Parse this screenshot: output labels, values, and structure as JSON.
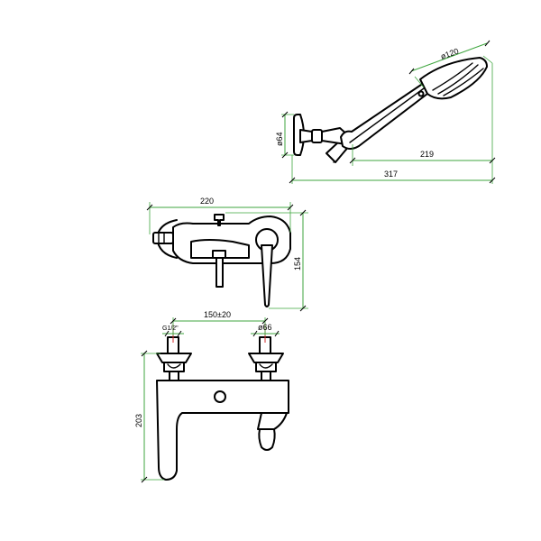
{
  "dimensions": {
    "hand_shower_head_diameter": "ø120",
    "wall_bracket_diameter": "ø64",
    "bracket_to_head_length": "219",
    "overall_shower_length": "317",
    "mixer_body_width": "220",
    "mixer_body_height": "154",
    "inlet_center_distance": "150±20",
    "inlet_thread": "G1/2\"",
    "cover_flange_diameter": "ø66",
    "spout_overall_height": "203"
  },
  "colors": {
    "outline": "#000000",
    "dimension_lines": "#3fa63f",
    "center_marks": "#d22a2a",
    "background": "#ffffff"
  }
}
